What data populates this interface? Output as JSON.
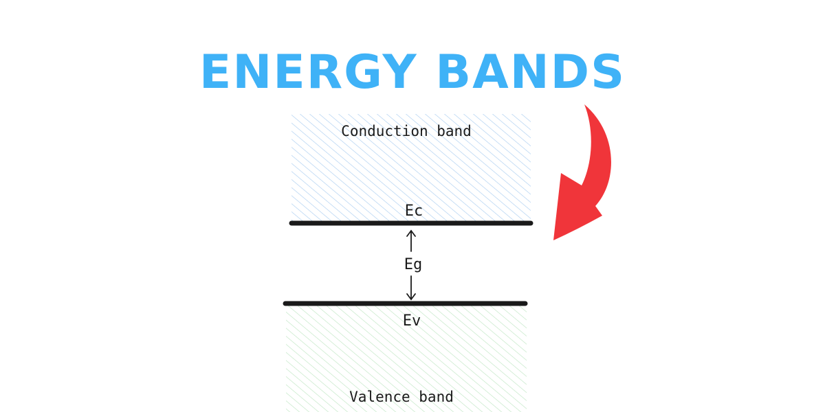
{
  "title": "ENERGY BANDS",
  "diagram": {
    "conduction_band_label": "Conduction band",
    "valence_band_label": "Valence band",
    "conduction_edge_label": "Ec",
    "valence_edge_label": "Ev",
    "band_gap_label": "Eg"
  },
  "colors": {
    "title": "#3fb2f7",
    "conduction_hatch": "#a9cdf0",
    "valence_hatch": "#bfe6c3",
    "band_edge_line": "#1a1a1a",
    "pointer_arrow": "#f0353a"
  },
  "icons": {
    "pointer": "curved-arrow-icon"
  }
}
